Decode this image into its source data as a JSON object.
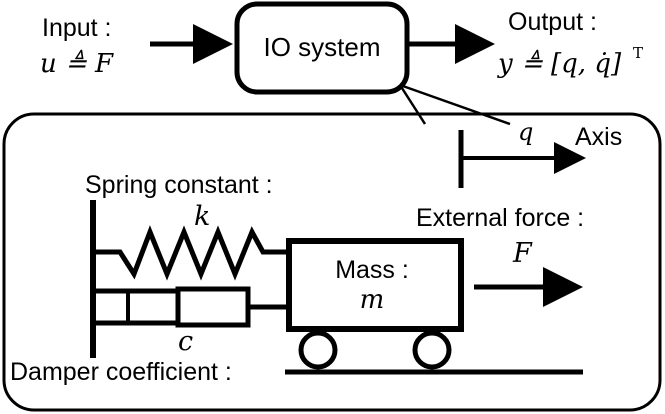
{
  "colors": {
    "ink": "#000000",
    "background": "#ffffff"
  },
  "io": {
    "input_label": "Input :",
    "input_expr": "u ≜ F",
    "box_label": "IO system",
    "output_label": "Output :",
    "output_expr": "y ≜ [q, q̇]",
    "output_transpose": "T"
  },
  "model": {
    "spring_label": "Spring constant :",
    "spring_symbol": "k",
    "mass_label": "Mass :",
    "mass_symbol": "m",
    "damper_label": "Damper coefficient :",
    "damper_symbol": "c",
    "force_label": "External force :",
    "force_symbol": "F",
    "axis_label": "Axis",
    "axis_symbol": "q"
  }
}
